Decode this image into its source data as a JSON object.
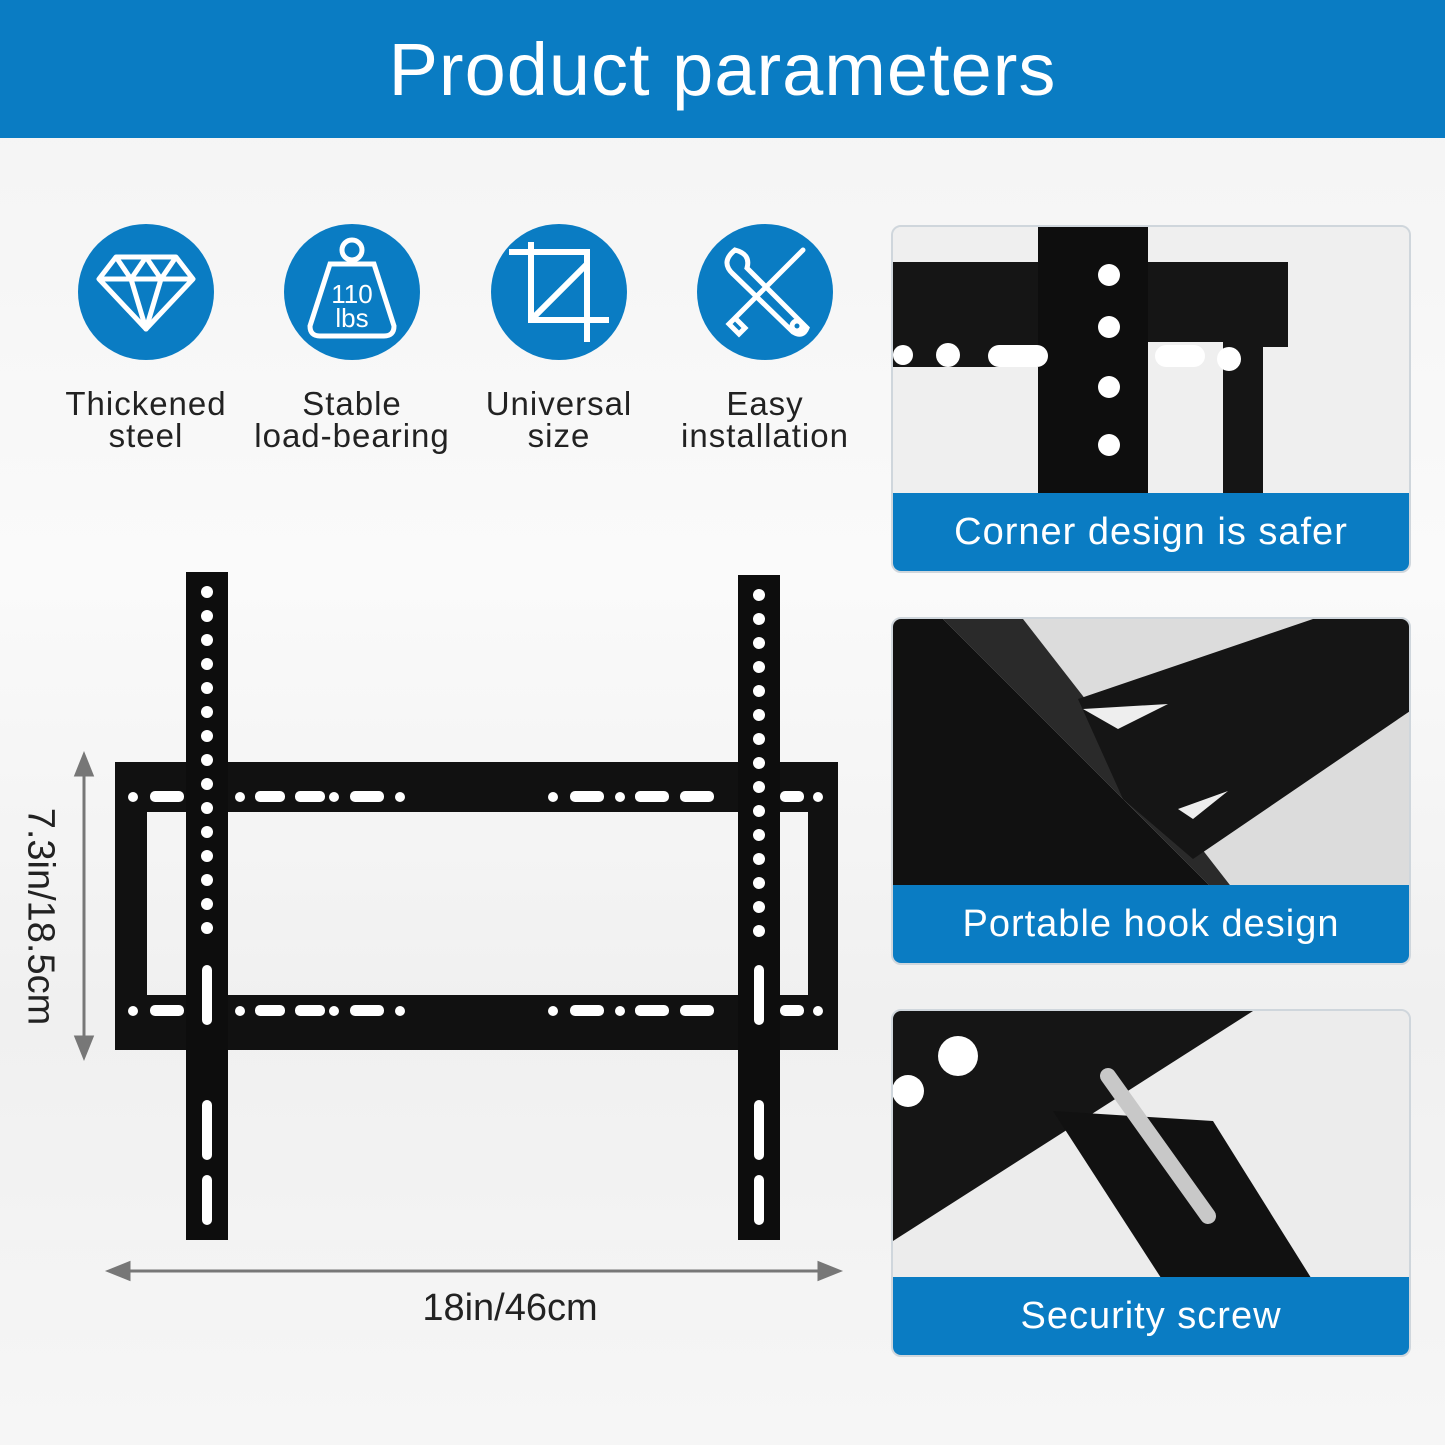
{
  "header": {
    "title": "Product parameters"
  },
  "features": [
    {
      "icon": "diamond-icon",
      "label_line1": "Thickened",
      "label_line2": "steel"
    },
    {
      "icon": "weight-icon",
      "label_line1": "Stable",
      "label_line2": "load-bearing",
      "icon_text_line1": "110",
      "icon_text_line2": "lbs"
    },
    {
      "icon": "crop-icon",
      "label_line1": "Universal",
      "label_line2": "size"
    },
    {
      "icon": "tools-icon",
      "label_line1": "Easy",
      "label_line2": "installation"
    }
  ],
  "dimensions": {
    "height": "7.3in/18.5cm",
    "width": "18in/46cm"
  },
  "panels": [
    {
      "caption": "Corner design is safer"
    },
    {
      "caption": "Portable hook design"
    },
    {
      "caption": "Security screw"
    }
  ],
  "colors": {
    "accent": "#0a7cc3"
  }
}
